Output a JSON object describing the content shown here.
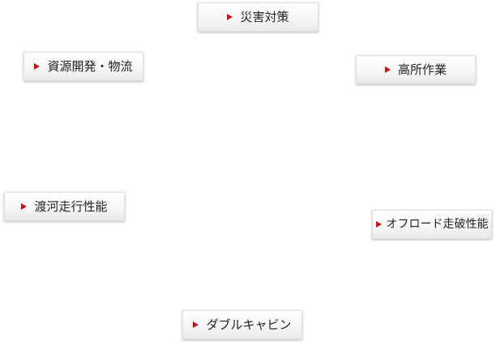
{
  "features": {
    "disaster_response": "災害対策",
    "resource_logistics": "資源開発・物流",
    "aerial_work": "高所作業",
    "fording": "渡河走行性能",
    "offroad": "オフロード走破性能",
    "double_cab": "ダブルキャビン"
  },
  "colors": {
    "arrow": "#cc1111",
    "background": "#ffffff"
  },
  "icons": {
    "bullet": "right-triangle-arrow"
  }
}
